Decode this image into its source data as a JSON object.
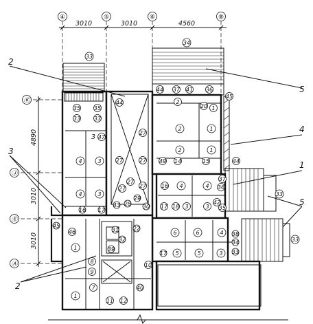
{
  "axes": {
    "top": [
      "④",
      "⑤",
      "⑥",
      "⑧"
    ],
    "left": [
      "Ⓚ",
      "Ⓙ",
      "Ⓔ",
      "Ⓐ"
    ]
  },
  "dimensions": {
    "top": [
      "3010",
      "3010",
      "4560"
    ],
    "left": [
      "4890",
      "3010",
      "3010"
    ]
  },
  "callouts": {
    "c2_top": "2",
    "c3": "3",
    "c2_bottom": "2",
    "c5_top": "5",
    "c4": "4",
    "c1": "1",
    "c5_right": "5"
  },
  "tags": {
    "n33_top": "33",
    "n34": "34",
    "n35a": "35",
    "n35b": "35",
    "n33a": "33",
    "n33b": "33",
    "n3a": "3",
    "n47": "47",
    "n44a": "44",
    "n44b": "44",
    "n37": "37",
    "n41": "41",
    "n36": "36",
    "n45": "45",
    "n2a": "2",
    "n20": "20",
    "n1a": "1",
    "n27a": "27",
    "n27b": "27",
    "n27c": "27",
    "n27d": "27",
    "n27e": "27",
    "n27f": "27",
    "n2b": "2",
    "n1b": "1",
    "n2c": "2",
    "n1c": "1",
    "n4a": "4",
    "n3b": "3",
    "n4b": "4",
    "n3c": "3",
    "n49": "49",
    "n14": "14",
    "n15": "15",
    "n44c": "44",
    "n16": "16",
    "n4c": "4",
    "n4d": "4",
    "n37b": "37",
    "n36b": "36",
    "n17a": "17",
    "n18": "18",
    "n3d": "3",
    "n3e": "3",
    "n42": "42",
    "n35c": "35",
    "n33_right": "33",
    "n33_far": "33",
    "n45b": "45",
    "n46": "46",
    "n16b": "16",
    "n17b": "17",
    "n43": "43",
    "n22": "22",
    "n28": "28",
    "n29": "29",
    "n30": "30",
    "n6a": "6",
    "n6b": "6",
    "n4e": "4",
    "n5a": "5",
    "n5b": "5",
    "n3f": "3",
    "n1d": "1",
    "n8": "8",
    "n9": "9",
    "n10": "10",
    "n11": "11",
    "n12": "12",
    "n1e": "1",
    "n7": "7",
    "n31": "31",
    "n32": "32",
    "n39": "39",
    "n40": "40",
    "n17c": "17",
    "n38": "38",
    "n34b": "34",
    "n33c": "33"
  }
}
